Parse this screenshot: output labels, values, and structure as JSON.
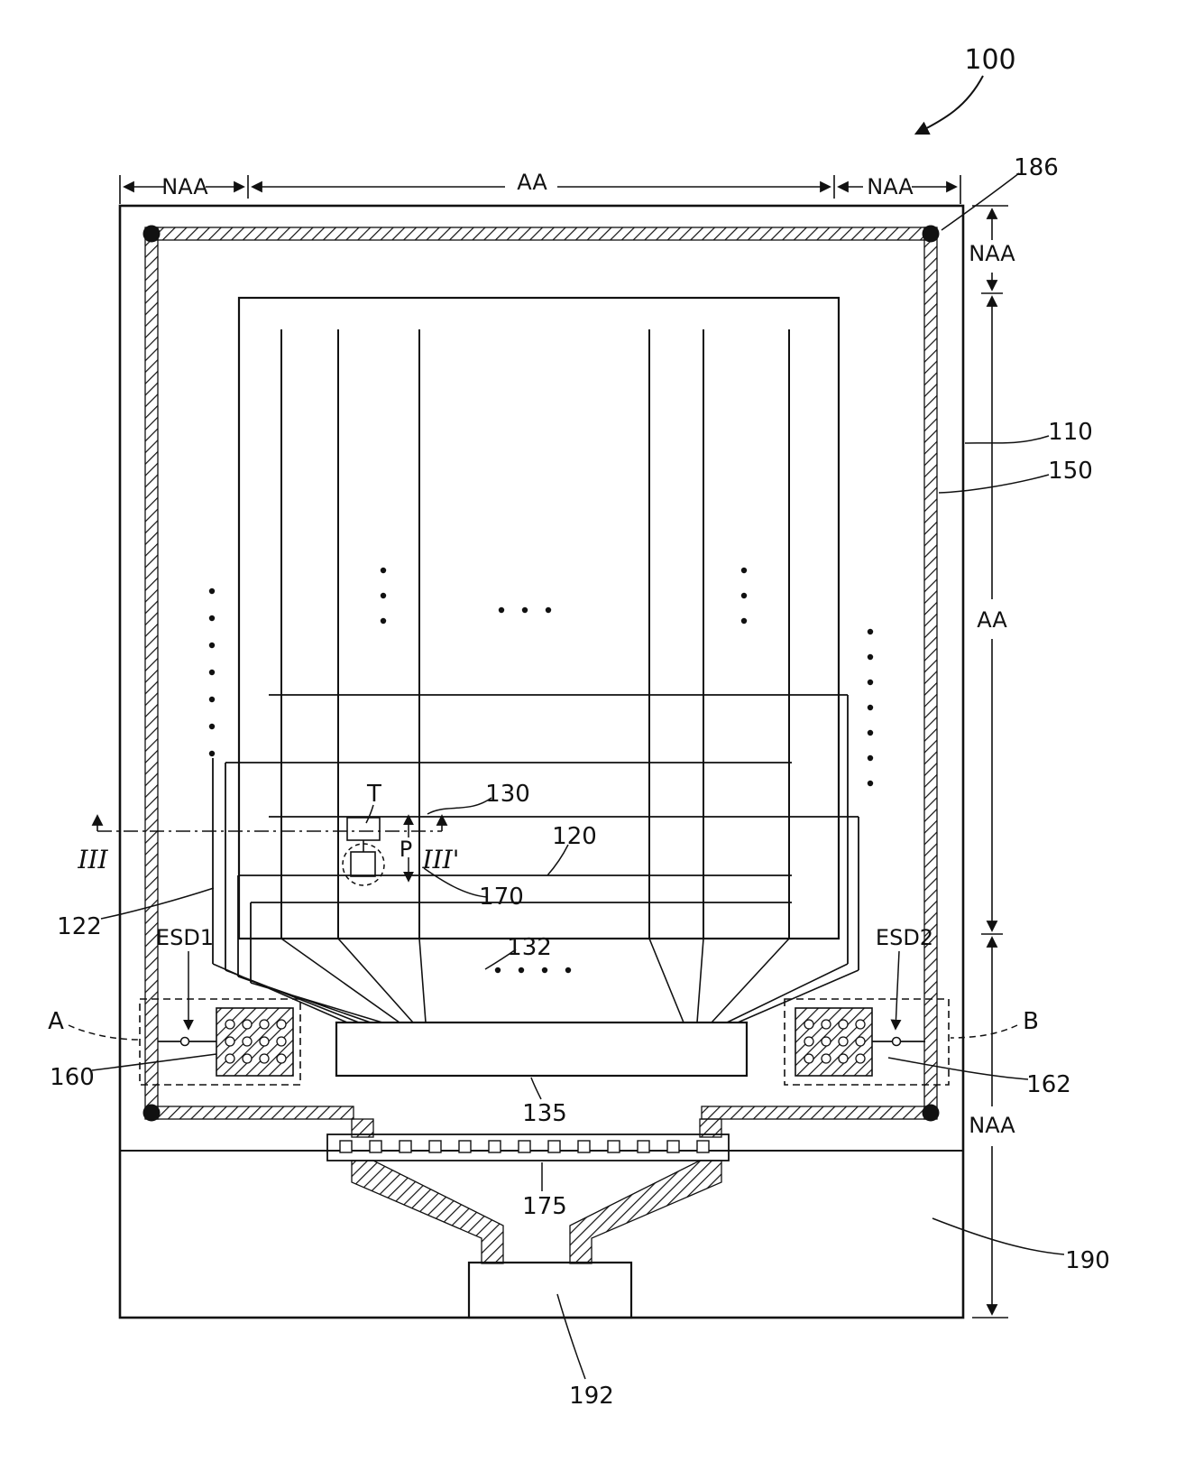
{
  "figure": {
    "labels": {
      "n100": "100",
      "n186": "186",
      "n110": "110",
      "n150": "150",
      "n122": "122",
      "n130": "130",
      "n120": "120",
      "n170": "170",
      "n132": "132",
      "n135": "135",
      "n175": "175",
      "n190": "190",
      "n192": "192",
      "n160": "160",
      "n162": "162",
      "esd1": "ESD1",
      "esd2": "ESD2",
      "t": "T",
      "p": "P",
      "section_left": "III",
      "section_right": "III'",
      "a": "A",
      "b": "B"
    },
    "dims": {
      "top_left": "NAA",
      "top_center": "AA",
      "top_right": "NAA",
      "right_top": "NAA",
      "right_middle": "AA",
      "right_bottom": "NAA"
    },
    "colors": {
      "line": "#111111",
      "background": "#ffffff"
    }
  }
}
